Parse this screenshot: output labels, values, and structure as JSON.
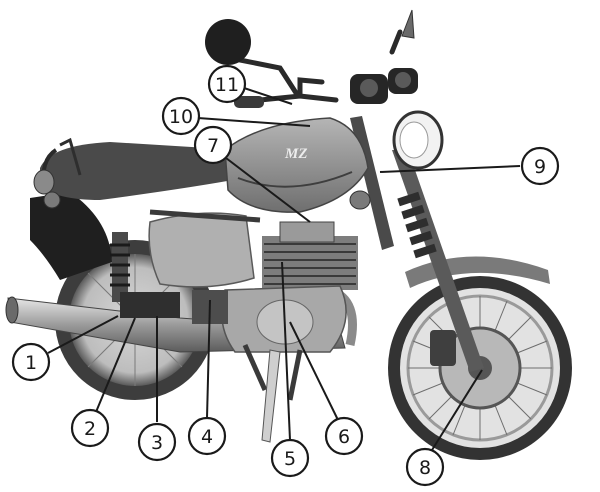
{
  "callouts": [
    {
      "label": "1"
    },
    {
      "label": "2"
    },
    {
      "label": "3"
    },
    {
      "label": "4"
    },
    {
      "label": "5"
    },
    {
      "label": "6"
    },
    {
      "label": "7"
    },
    {
      "label": "8"
    },
    {
      "label": "9"
    },
    {
      "label": "10"
    },
    {
      "label": "11"
    }
  ],
  "tank_logo": "MZ",
  "colors": {
    "ink": "#1a1a1a",
    "shade": "#8a8a8a",
    "light": "#c9c9c9",
    "dark": "#4a4a4a"
  }
}
